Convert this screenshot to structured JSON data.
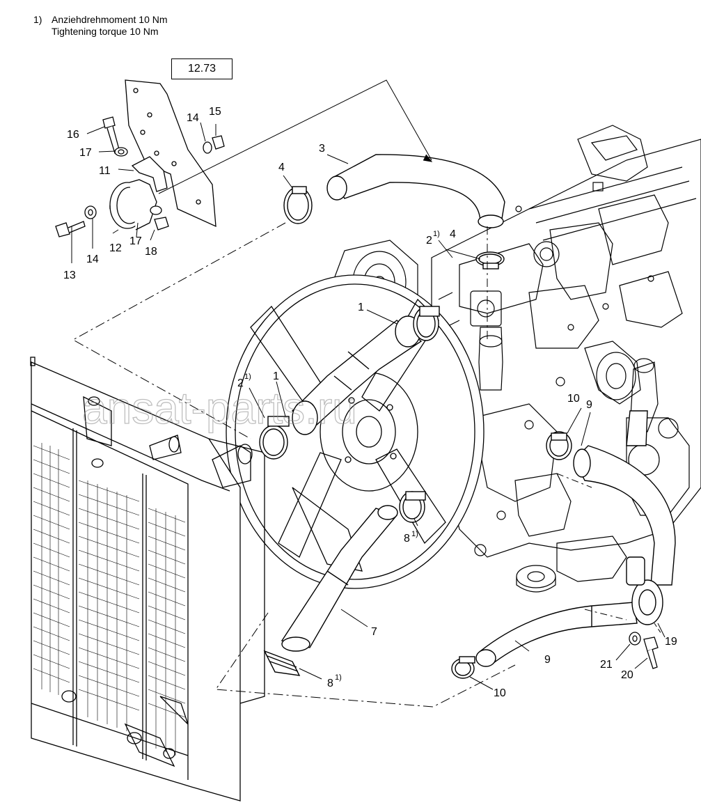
{
  "notes": {
    "marker": "1)",
    "de": "Anziehdrehmoment 10 Nm",
    "en": "Tightening torque 10 Nm"
  },
  "reference_box": "12.73",
  "watermark": "ansat-parts.ru",
  "callouts": {
    "c1a": "1",
    "c1b": "1",
    "c2a": "2",
    "c2b": "2",
    "c3": "3",
    "c4a": "4",
    "c4b": "4",
    "c7": "7",
    "c8a": "8",
    "c8b": "8",
    "c9a": "9",
    "c9b": "9",
    "c10a": "10",
    "c10b": "10",
    "c11": "11",
    "c12": "12",
    "c13": "13",
    "c14a": "14",
    "c14b": "14",
    "c15": "15",
    "c16": "16",
    "c17a": "17",
    "c17b": "17",
    "c18": "18",
    "c19": "19",
    "c20": "20",
    "c21": "21"
  },
  "superscripts": {
    "s2a": "1)",
    "s2b": "1)",
    "s8a": "1)",
    "s8b": "1)"
  }
}
